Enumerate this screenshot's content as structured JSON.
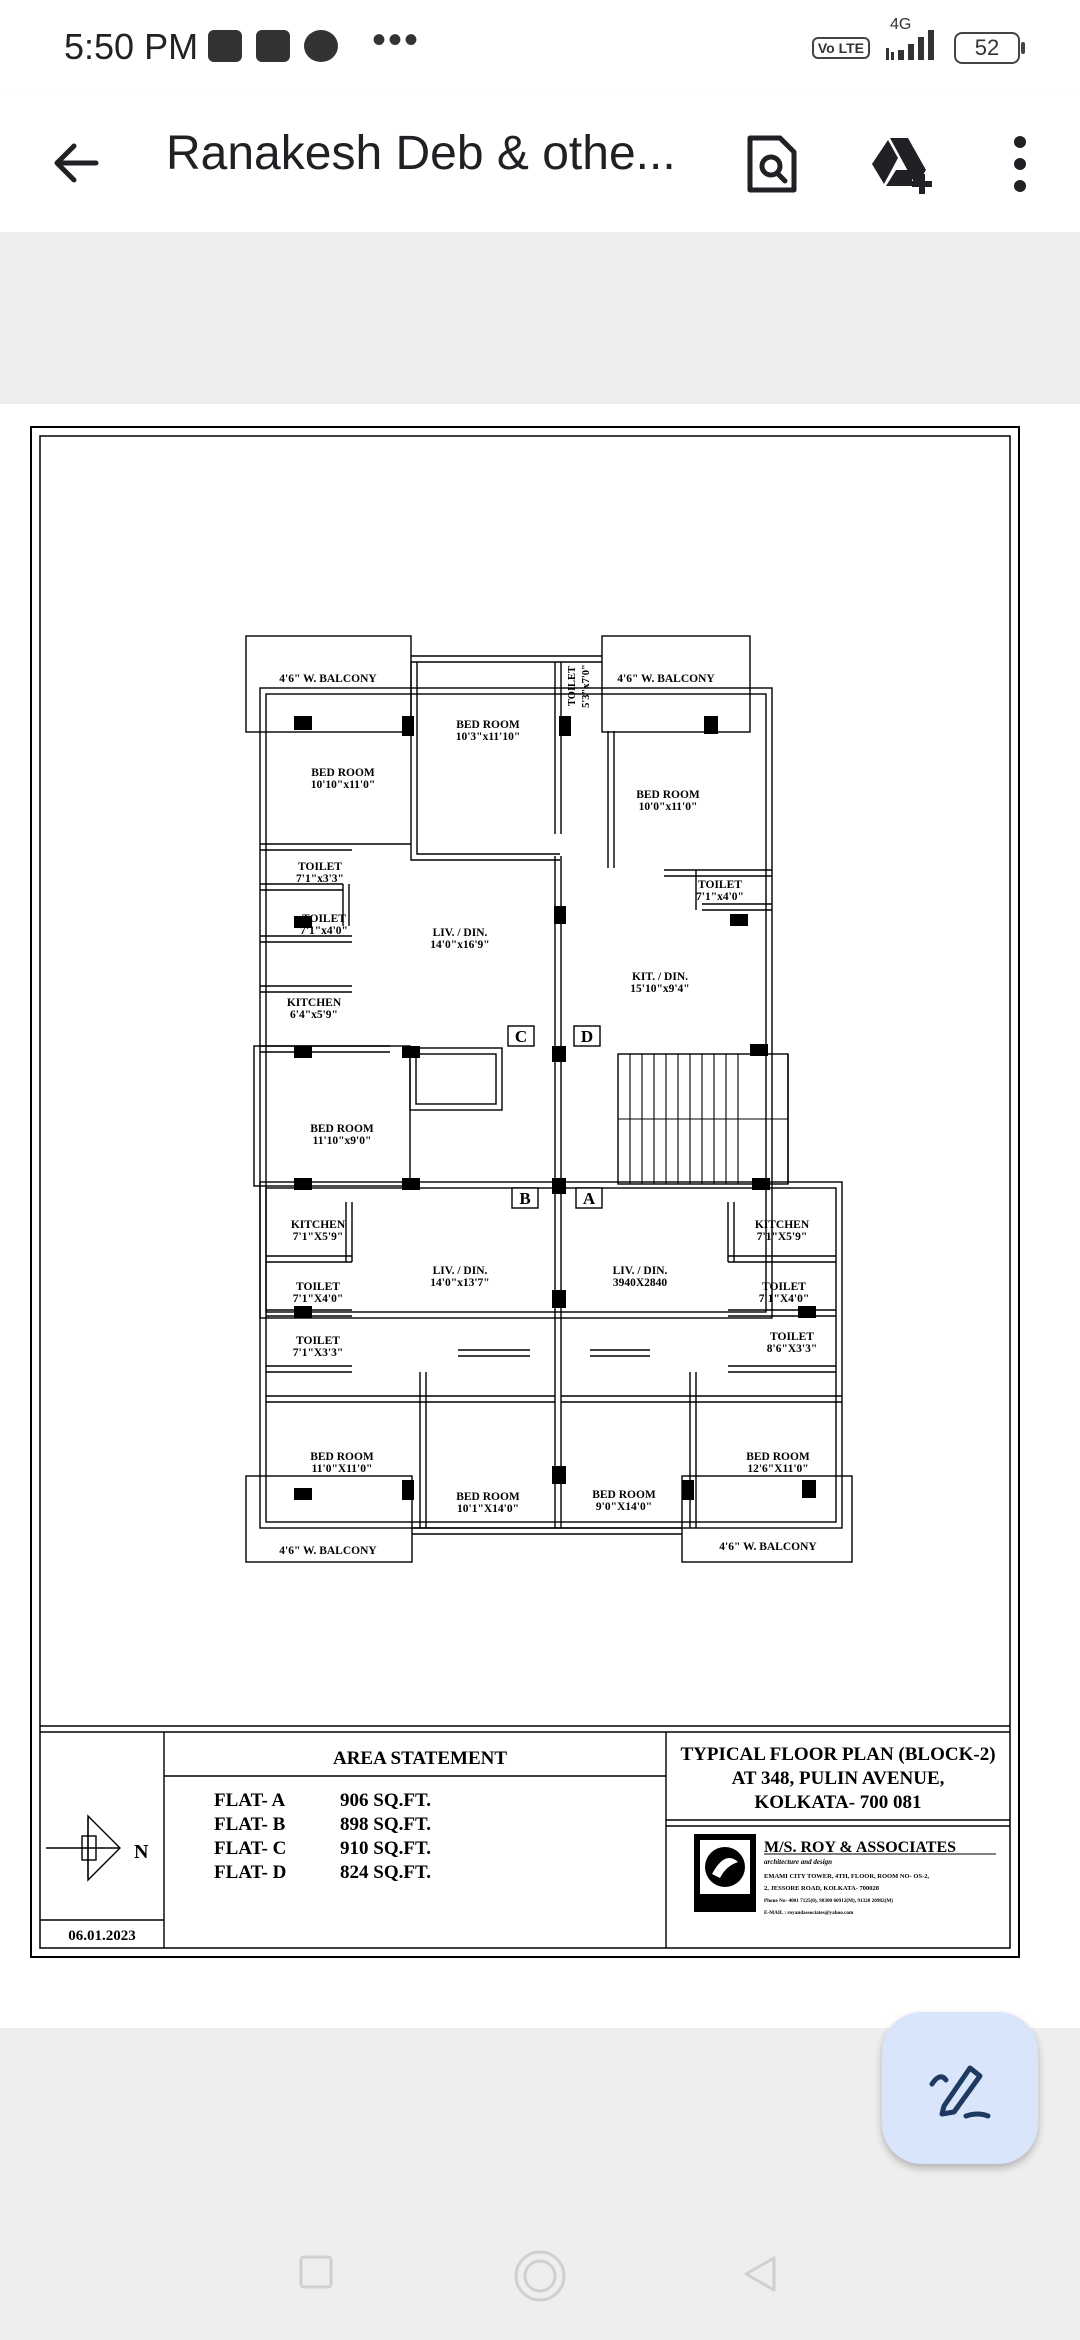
{
  "status": {
    "time": "5:50 PM",
    "network": "4G",
    "volte": "Vo LTE",
    "battery": "52"
  },
  "appbar": {
    "title": "Ranakesh Deb & othe..."
  },
  "floorplan": {
    "rooms": {
      "balcony_tl": "4'6\" W. BALCONY",
      "balcony_tr": "4'6\" W. BALCONY",
      "balcony_bl": "4'6\" W. BALCONY",
      "balcony_br": "4'6\" W. BALCONY",
      "c_bed1": "BED ROOM",
      "c_bed1_dim": "10'10\"x11'0\"",
      "c_bed2": "BED ROOM",
      "c_bed2_dim": "10'3\"x11'10\"",
      "c_toilet1": "TOILET",
      "c_toilet1_dim": "7'1\"x3'3\"",
      "c_toilet2": "TOILET",
      "c_toilet2_dim": "7'1\"x4'0\"",
      "c_kitchen": "KITCHEN",
      "c_kitchen_dim": "6'4\"x5'9\"",
      "c_liv": "LIV. / DIN.",
      "c_liv_dim": "14'0\"x16'9\"",
      "d_toilet_v": "TOILET",
      "d_toilet_v_dim": "5'3\"x7'0\"",
      "d_bed": "BED ROOM",
      "d_bed_dim": "10'0\"x11'0\"",
      "d_toilet": "TOILET",
      "d_toilet_dim": "7'1\"x4'0\"",
      "d_kit": "KIT. / DIN.",
      "d_kit_dim": "15'10\"x9'4\"",
      "mid_bed": "BED ROOM",
      "mid_bed_dim": "11'10\"x9'0\"",
      "b_kitchen": "KITCHEN",
      "b_kitchen_dim": "7'1\"X5'9\"",
      "b_toilet1": "TOILET",
      "b_toilet1_dim": "7'1\"X4'0\"",
      "b_toilet2": "TOILET",
      "b_toilet2_dim": "7'1\"X3'3\"",
      "b_liv": "LIV. / DIN.",
      "b_liv_dim": "14'0\"x13'7\"",
      "b_bed1": "BED ROOM",
      "b_bed1_dim": "11'0\"X11'0\"",
      "b_bed2": "BED ROOM",
      "b_bed2_dim": "10'1\"X14'0\"",
      "a_liv": "LIV. / DIN.",
      "a_liv_dim": "3940X2840",
      "a_kitchen": "KITCHEN",
      "a_kitchen_dim": "7'1\"X5'9\"",
      "a_toilet1": "TOILET",
      "a_toilet1_dim": "7'1\"X4'0\"",
      "a_toilet2": "TOILET",
      "a_toilet2_dim": "8'6\"X3'3\"",
      "a_bed1": "BED ROOM",
      "a_bed1_dim": "9'0\"X14'0\"",
      "a_bed2": "BED ROOM",
      "a_bed2_dim": "12'6\"X11'0\""
    },
    "flat_labels": {
      "a": "A",
      "b": "B",
      "c": "C",
      "d": "D"
    }
  },
  "titleblock": {
    "north": "N",
    "date": "06.01.2023",
    "area_title": "AREA STATEMENT",
    "areas": [
      {
        "flat": "FLAT- A",
        "area": "906 SQ.FT."
      },
      {
        "flat": "FLAT- B",
        "area": "898 SQ.FT."
      },
      {
        "flat": "FLAT- C",
        "area": "910 SQ.FT."
      },
      {
        "flat": "FLAT- D",
        "area": "824 SQ.FT."
      }
    ],
    "plan_title_1": "TYPICAL FLOOR PLAN (BLOCK-2)",
    "plan_title_2": "AT 348, PULIN AVENUE,",
    "plan_title_3": "KOLKATA- 700 081",
    "firm_name": "M/S. ROY & ASSOCIATES",
    "firm_tag": "architecture and design",
    "firm_addr_1": "EMAMI CITY TOWER, 4TH, FLOOR, ROOM NO- OS-2,",
    "firm_addr_2": "2, JESSORE ROAD, KOLKATA- 700028",
    "firm_phone": "Phone No- 4001 7125(0), 98300 60912(M), 91320 20982(M)",
    "firm_email": "E-MAIL : royandassociates@yahoo.com"
  }
}
